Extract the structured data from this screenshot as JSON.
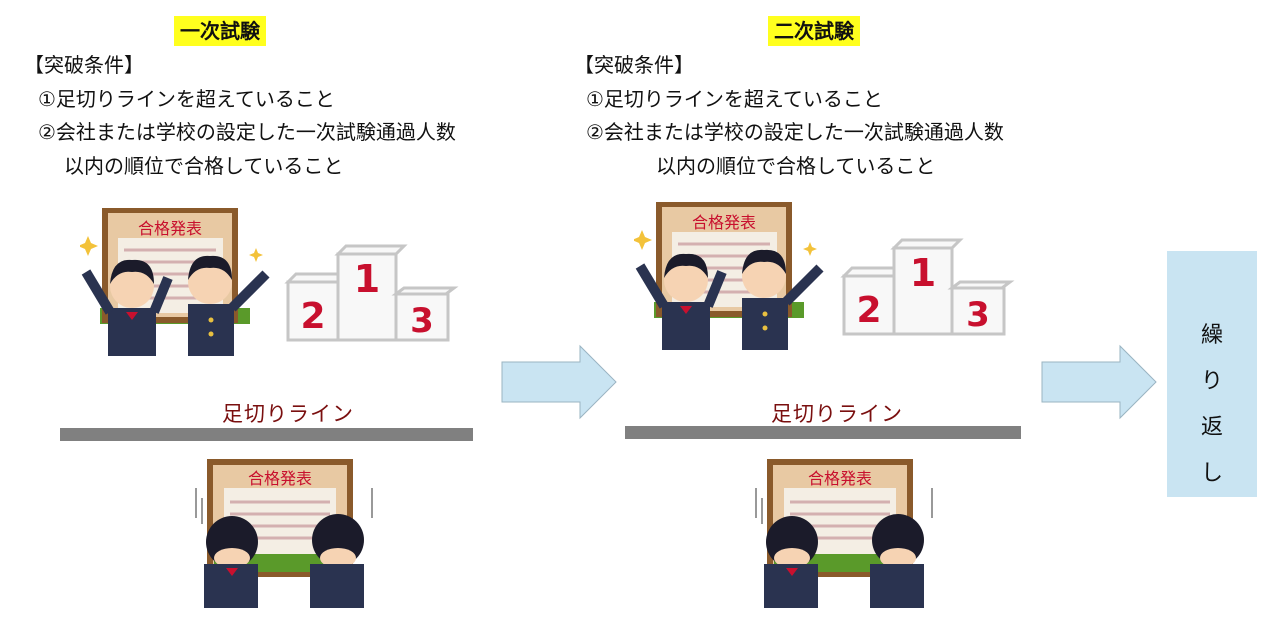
{
  "stages": [
    {
      "heading": "一次試験",
      "condition_title": "【突破条件】",
      "conditions": [
        "①足切りラインを超えていること",
        "②会社または学校の設定した一次試験通過人数",
        "以内の順位で合格していること"
      ],
      "board_title": "合格発表",
      "podium_ranks": [
        "1",
        "2",
        "3"
      ],
      "cutoff_label": "足切りライン"
    },
    {
      "heading": "二次試験",
      "condition_title": "【突破条件】",
      "conditions": [
        "①足切りラインを超えていること",
        "②会社または学校の設定した一次試験通過人数",
        "以内の順位で合格していること"
      ],
      "board_title": "合格発表",
      "podium_ranks": [
        "1",
        "2",
        "3"
      ],
      "cutoff_label": "足切りライン"
    }
  ],
  "final": {
    "chars": [
      "繰",
      "り",
      "返",
      "し"
    ]
  },
  "colors": {
    "highlight": "#ffff1e",
    "arrow": "#c9e4f2",
    "cutoff_bar": "#808080",
    "cutoff_text": "#7a0f0f",
    "podium_number": "#c8102e"
  }
}
